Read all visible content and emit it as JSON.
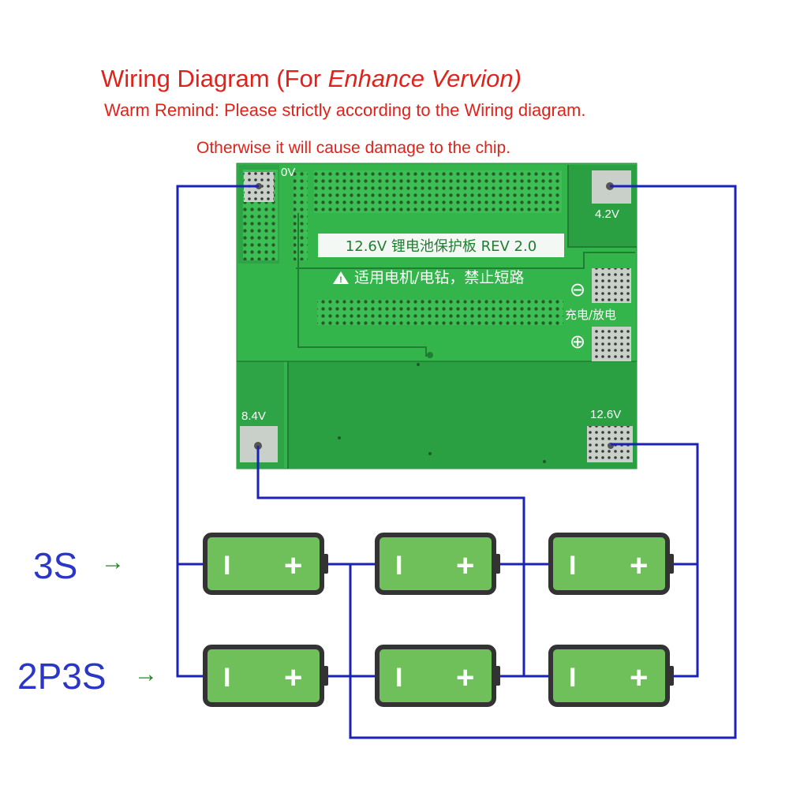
{
  "title": {
    "main": "Wiring Diagram (For ",
    "emph": "Enhance Vervion)"
  },
  "remind": {
    "line1": "Warm Remind: Please strictly according to the Wiring diagram.",
    "line2": "Otherwise it will cause damage to the chip."
  },
  "board": {
    "model_label": "12.6V 锂电池保护板 REV 2.0",
    "warning": "适用电机/电钻，禁止短路",
    "pad_0v": "0V",
    "pad_42v": "4.2V",
    "pad_84v": "8.4V",
    "pad_126v": "12.6V",
    "charge_discharge": "充电/放电",
    "minus_symbol": "⊖",
    "plus_symbol": "⊕"
  },
  "configs": {
    "series": "3S",
    "parallel_series": "2P3S",
    "arrow": "→"
  },
  "cell": {
    "neg": "I",
    "pos": "+"
  },
  "colors": {
    "wire": "#1a22b8",
    "pcb": "#2fb54a",
    "cell_fill": "#6fbf5a",
    "cell_border": "#333333",
    "title_red": "#e0221b"
  }
}
